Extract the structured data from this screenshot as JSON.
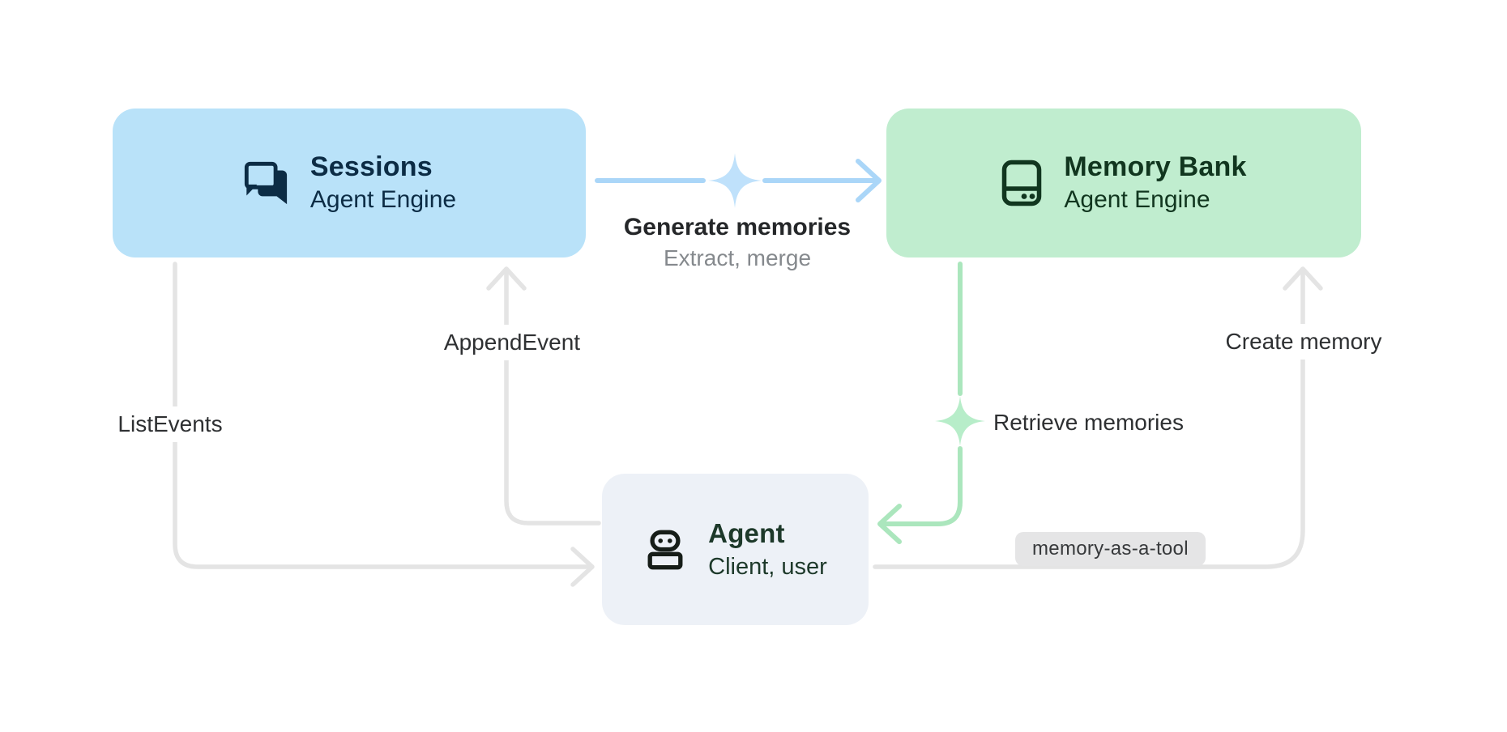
{
  "diagram": {
    "nodes": {
      "sessions": {
        "title": "Sessions",
        "subtitle": "Agent Engine",
        "icon": "chat-bubbles-icon"
      },
      "memory_bank": {
        "title": "Memory Bank",
        "subtitle": "Agent Engine",
        "icon": "memory-storage-icon"
      },
      "agent": {
        "title": "Agent",
        "subtitle": "Client, user",
        "icon": "robot-icon"
      }
    },
    "edges": {
      "generate_memories": {
        "label": "Generate memories",
        "sublabel": "Extract, merge",
        "from": "sessions",
        "to": "memory_bank",
        "style": "blue-with-sparkle"
      },
      "append_event": {
        "label": "AppendEvent",
        "from": "agent",
        "to": "sessions",
        "style": "gray"
      },
      "list_events": {
        "label": "ListEvents",
        "from": "sessions",
        "to": "agent",
        "style": "gray"
      },
      "create_memory": {
        "label": "Create memory",
        "from": "agent",
        "to": "memory_bank",
        "style": "gray"
      },
      "retrieve_memories": {
        "label": "Retrieve memories",
        "from": "memory_bank",
        "to": "agent",
        "style": "green-with-sparkle"
      },
      "memory_as_a_tool": {
        "label": "memory-as-a-tool",
        "attached_to": "create_memory",
        "style": "chip"
      }
    },
    "colors": {
      "canvas_bg": "#ffffff",
      "sessions_bg": "#b9e2f9",
      "sessions_fg": "#0c2c45",
      "memory_bg": "#c0edcf",
      "memory_fg": "#11361f",
      "agent_bg": "#edf1f7",
      "agent_fg": "#1d392a",
      "agent_icon": "#161d18",
      "arrow_gray": "#e4e4e4",
      "arrow_blue": "#aad6f8",
      "arrow_green": "#abe6bd",
      "sparkle_blue": "#bfe1fb",
      "sparkle_green": "#b7edc9",
      "label_dark": "#2e3032",
      "label_gray": "#85898d",
      "chip_bg": "#e5e5e6",
      "chip_fg": "#37393b"
    }
  }
}
